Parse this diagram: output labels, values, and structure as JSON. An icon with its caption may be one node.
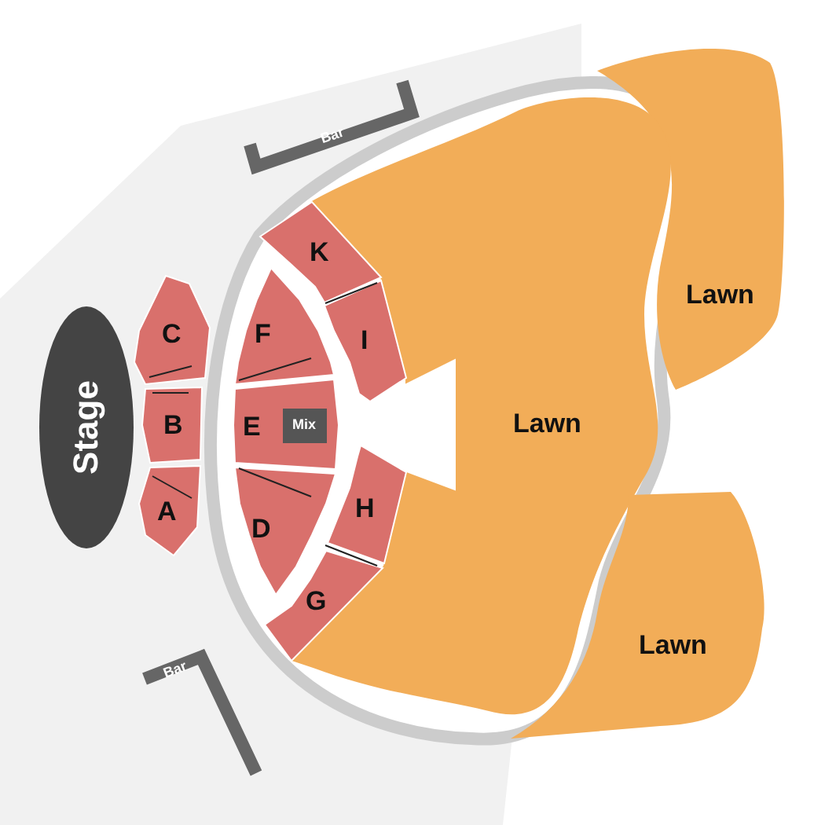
{
  "diagram": {
    "nodes": [
      {
        "text": [
          "Bar"
        ]
      },
      {
        "text": [
          "Lawn"
        ]
      },
      {
        "text": [
          "K"
        ]
      },
      {
        "text": [
          "C"
        ]
      },
      {
        "text": [
          "F"
        ]
      },
      {
        "text": [
          "I"
        ]
      },
      {
        "text": [
          "Stage"
        ]
      },
      {
        "text": [
          "B"
        ]
      },
      {
        "text": [
          "E"
        ]
      },
      {
        "text": [
          "Mix"
        ],
        "in": 8
      },
      {
        "text": [
          "Lawn"
        ]
      },
      {
        "text": [
          "A"
        ]
      },
      {
        "text": [
          "H"
        ]
      },
      {
        "text": [
          "D"
        ]
      },
      {
        "text": [
          "G"
        ]
      },
      {
        "text": [
          "Lawn"
        ]
      },
      {
        "text": [
          "Bar"
        ]
      }
    ]
  }
}
